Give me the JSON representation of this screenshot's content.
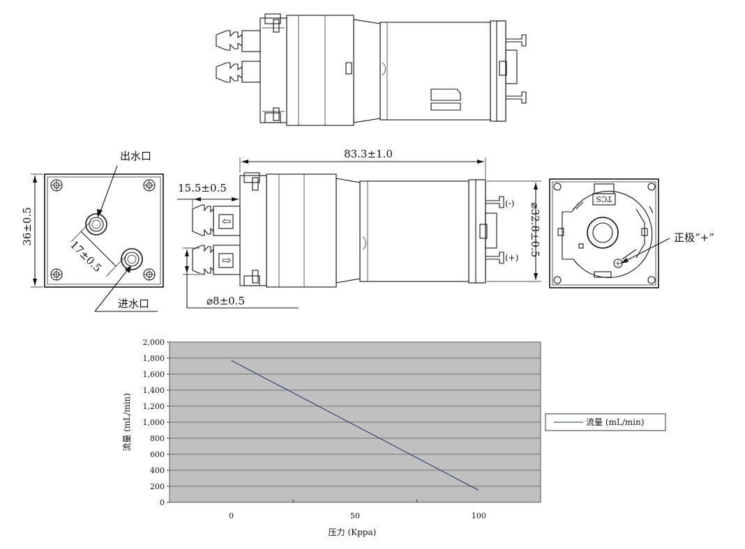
{
  "drawing": {
    "outlet_label": "出水口",
    "inlet_label": "进水口",
    "positive_label": "正极“+”",
    "housing_text": "TCS",
    "dims": {
      "height": "36±0.5",
      "spacing": "17±0.5",
      "length": "83.3±1.0",
      "nozzle": "15.5±0.5",
      "diameter": "⌀8±0.5",
      "motor": "⌀32.8±0.5"
    },
    "terminal_minus": "(-)",
    "terminal_plus": "(+)",
    "arrow_left": "⇦",
    "arrow_right": "⇨"
  },
  "chart_data": {
    "type": "line",
    "xlabel": "压力 (Kppa)",
    "ylabel": "流量 (mL/min)",
    "xlim": [
      -25,
      125
    ],
    "ylim": [
      0,
      2000
    ],
    "x_ticks": [
      0,
      50,
      100
    ],
    "y_ticks": [
      0,
      200,
      400,
      600,
      800,
      1000,
      1200,
      1400,
      1600,
      1800,
      2000
    ],
    "x_tick_labels": [
      "0",
      "50",
      "100"
    ],
    "y_tick_labels": [
      "0",
      "200",
      "400",
      "600",
      "800",
      "1,000",
      "1,200",
      "1,400",
      "1,600",
      "1,800",
      "2,000"
    ],
    "grid": true,
    "legend_position": "right",
    "series": [
      {
        "name": "流量 (mL/min)",
        "x": [
          0,
          100
        ],
        "y": [
          1770,
          150
        ]
      }
    ]
  },
  "colors": {
    "plot_bg": "#c0c0c0",
    "line": "#1f2d6e",
    "grid": "#555555"
  }
}
